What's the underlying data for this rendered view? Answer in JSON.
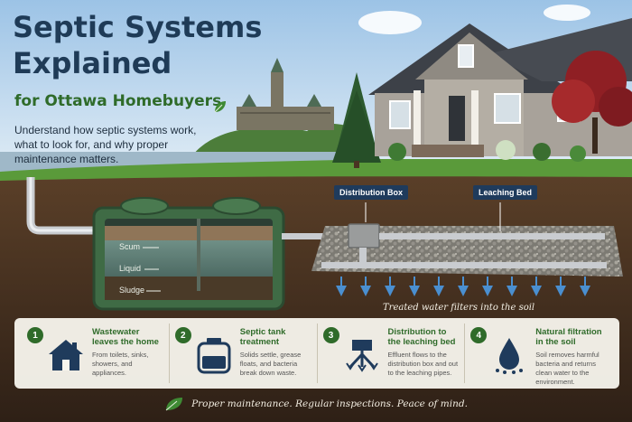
{
  "header": {
    "title_line1": "Septic Systems",
    "title_line2": "Explained",
    "subtitle": "for Ottawa Homebuyers",
    "intro": "Understand how septic systems work, what to look for, and why proper maintenance matters."
  },
  "diagram": {
    "distribution_box_label": "Distribution Box",
    "leaching_bed_label": "Leaching Bed",
    "tank_layers": [
      "Scum",
      "Liquid",
      "Sludge"
    ],
    "filter_caption": "Treated water filters into the soil"
  },
  "steps": [
    {
      "number": "1",
      "icon": "house-icon",
      "title": "Wastewater leaves the home",
      "description": "From toilets, sinks, showers, and appliances."
    },
    {
      "number": "2",
      "icon": "tank-icon",
      "title": "Septic tank treatment",
      "description": "Solids settle, grease floats, and bacteria break down waste."
    },
    {
      "number": "3",
      "icon": "distribution-icon",
      "title": "Distribution to the leaching bed",
      "description": "Effluent flows to the distribution box and out to the leaching pipes."
    },
    {
      "number": "4",
      "icon": "water-drop-icon",
      "title": "Natural filtration in the soil",
      "description": "Soil removes harmful bacteria and returns clean water to the environment."
    }
  ],
  "footer": {
    "text": "Proper maintenance. Regular inspections. Peace of mind."
  },
  "colors": {
    "navy": "#1f3b57",
    "green": "#2f6b2a",
    "soil": "#4a3524",
    "tank": "#3f6b45"
  }
}
